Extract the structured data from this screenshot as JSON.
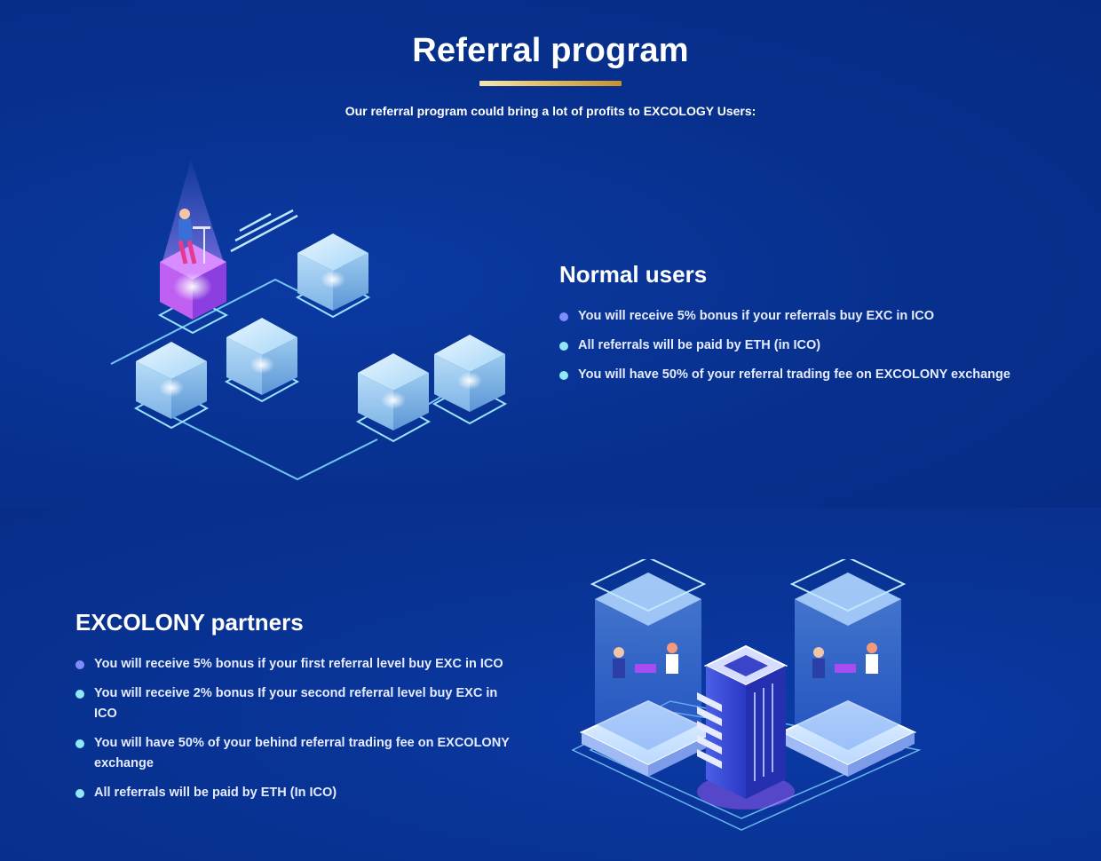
{
  "header": {
    "title": "Referral program",
    "subtitle": "Our referral program could bring a lot of profits to EXCOLOGY Users:"
  },
  "normal_users": {
    "title": "Normal users",
    "items": [
      "You will receive 5% bonus if your referrals buy EXC in ICO",
      "All referrals will be paid by ETH (in ICO)",
      "You will have 50% of your referral trading fee on EXCOLONY exchange"
    ]
  },
  "partners": {
    "title": "EXCOLONY partners",
    "items": [
      "You will receive 5% bonus if your first referral level buy EXC in ICO",
      "You will receive 2% bonus If your second referral level buy EXC in ICO",
      "You will have 50% of your behind referral trading fee on EXCOLONY exchange",
      "All referrals will be paid by ETH (In ICO)"
    ]
  },
  "colors": {
    "background": "#08318f",
    "bullet_primary": "#7d8cff",
    "bullet_secondary": "#8fe8f5",
    "underline_gold": "#e7c26b",
    "cube_purple": "#a64cf0",
    "cube_ice": "#bfe6ff"
  },
  "icons": [
    "bullet-dot-icon",
    "cube-network-illustration",
    "server-towers-illustration"
  ]
}
